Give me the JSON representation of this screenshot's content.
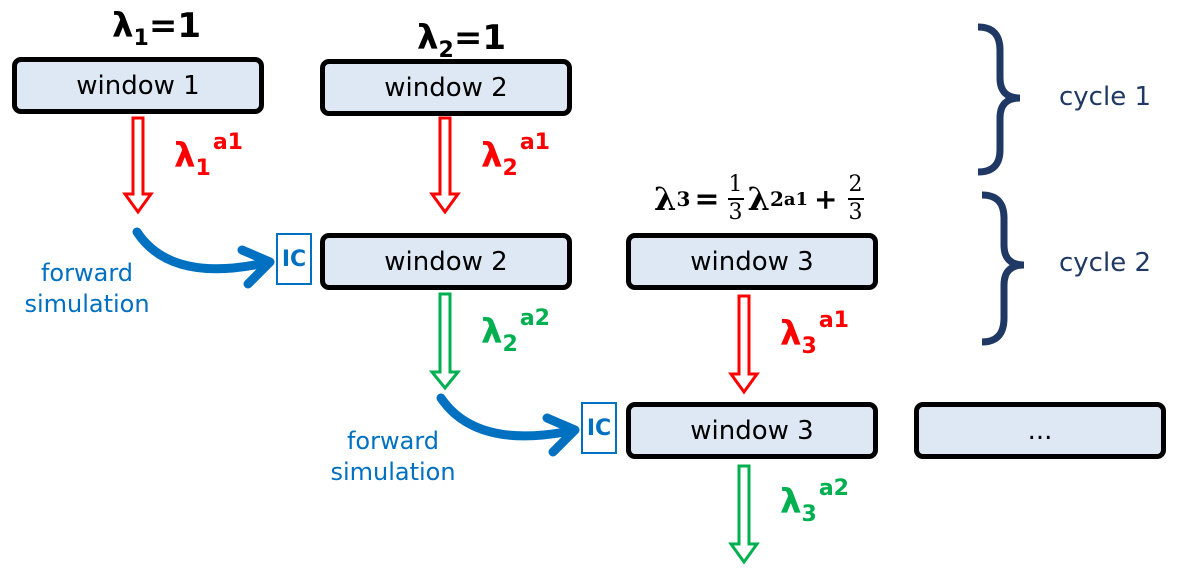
{
  "colors": {
    "adjoint_1": "#ff0000",
    "adjoint_2": "#00b050",
    "forward": "#0070c0",
    "cycle": "#1f3864",
    "window_fill": "#dde8f4"
  },
  "row1": {
    "lambda1_init": {
      "symbol": "λ",
      "sub": "1",
      "rest": "=1"
    },
    "lambda2_init": {
      "symbol": "λ",
      "sub": "2",
      "rest": "=1"
    },
    "window1": "window 1",
    "window2": "window 2",
    "adj1_label": {
      "symbol": "λ",
      "sub": "1",
      "sup": "a1"
    },
    "adj2_label": {
      "symbol": "λ",
      "sub": "2",
      "sup": "a1"
    }
  },
  "row2": {
    "forward_label_line1": "forward",
    "forward_label_line2": "simulation",
    "ic_label": "IC",
    "window2": "window 2",
    "window3": "window 3",
    "lambda3_formula": {
      "lhs_symbol": "λ",
      "lhs_sub": "3",
      "equals": "=",
      "frac1_num": "1",
      "frac1_den": "3",
      "term_symbol": "λ",
      "term_sub": "2",
      "term_sup": "a1",
      "plus": "+",
      "frac2_num": "2",
      "frac2_den": "3"
    },
    "adj2_label": {
      "symbol": "λ",
      "sub": "2",
      "sup": "a2"
    },
    "adj3_label": {
      "symbol": "λ",
      "sub": "3",
      "sup": "a1"
    }
  },
  "row3": {
    "forward_label_line1": "forward",
    "forward_label_line2": "simulation",
    "ic_label": "IC",
    "window3": "window 3",
    "ellipsis_window": "...",
    "adj3_label": {
      "symbol": "λ",
      "sub": "3",
      "sup": "a2"
    }
  },
  "cycles": [
    {
      "label": "cycle 1"
    },
    {
      "label": "cycle 2"
    }
  ]
}
